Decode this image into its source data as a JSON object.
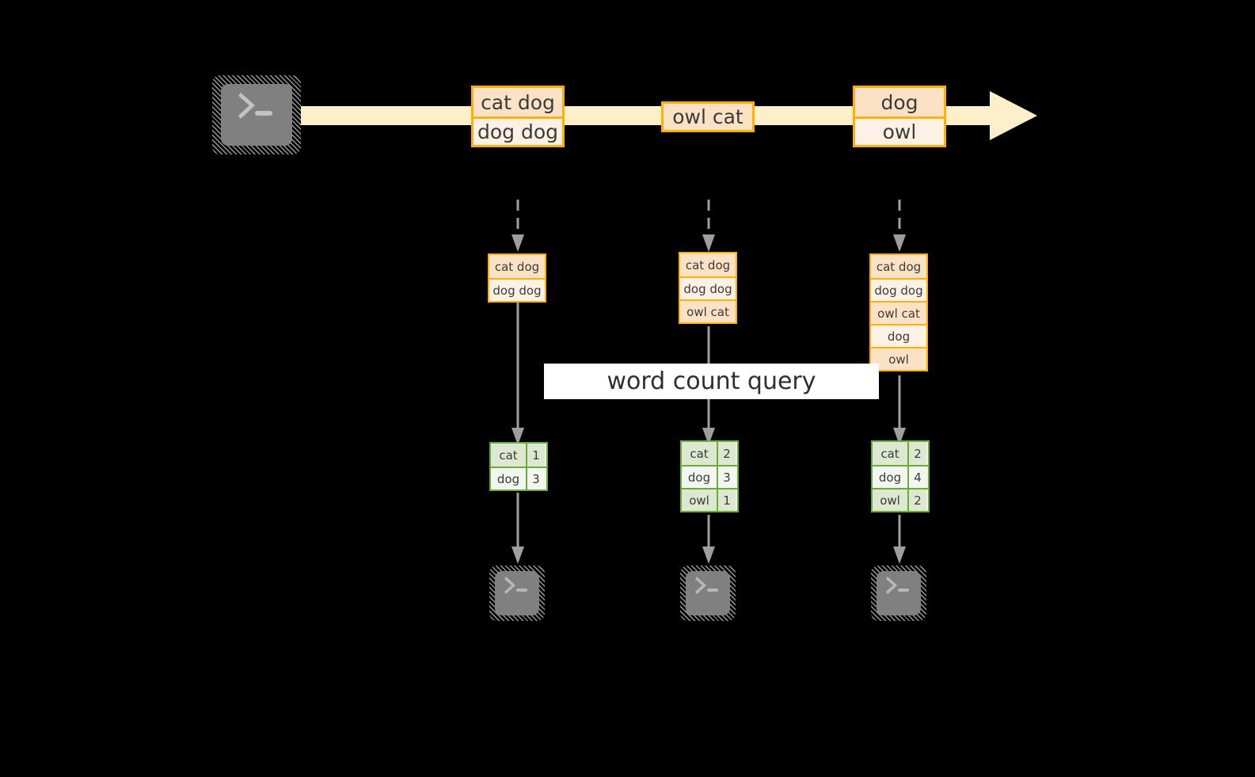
{
  "diagram": {
    "banner_label": "word count query",
    "colors": {
      "background": "#000000",
      "event_border": "#FFB000",
      "event_fill_dark": "#FCE2C4",
      "event_fill_light": "#FDF1E5",
      "stream_arrow": "#FDEFC9",
      "result_border": "#6AAB3C",
      "result_fill_dark": "#DDE8D1",
      "result_fill_light": "#F2F6EE",
      "connector": "#9E9E9E",
      "terminal_fill": "#808080",
      "banner_fill": "#FFFFFF",
      "text": "#3B3B3B"
    }
  },
  "source": {
    "icon": "terminal-icon",
    "prompt_glyph": ">_"
  },
  "stream": {
    "arrow_icon": "right-arrow-icon",
    "event_groups": [
      {
        "id": "group-1",
        "events": [
          "cat dog",
          "dog dog"
        ]
      },
      {
        "id": "group-2",
        "events": [
          "owl cat"
        ]
      },
      {
        "id": "group-3",
        "events": [
          "dog",
          "owl"
        ]
      }
    ]
  },
  "snapshots": [
    {
      "id": "snapshot-1",
      "events": [
        "cat dog",
        "dog dog"
      ]
    },
    {
      "id": "snapshot-2",
      "events": [
        "cat dog",
        "dog dog",
        "owl cat"
      ]
    },
    {
      "id": "snapshot-3",
      "events": [
        "cat dog",
        "dog dog",
        "owl cat",
        "dog",
        "owl"
      ]
    }
  ],
  "results": [
    {
      "id": "result-1",
      "rows": [
        {
          "word": "cat",
          "count": "1"
        },
        {
          "word": "dog",
          "count": "3"
        }
      ]
    },
    {
      "id": "result-2",
      "rows": [
        {
          "word": "cat",
          "count": "2"
        },
        {
          "word": "dog",
          "count": "3"
        },
        {
          "word": "owl",
          "count": "1"
        }
      ]
    },
    {
      "id": "result-3",
      "rows": [
        {
          "word": "cat",
          "count": "2"
        },
        {
          "word": "dog",
          "count": "4"
        },
        {
          "word": "owl",
          "count": "2"
        }
      ]
    }
  ],
  "sinks": [
    {
      "id": "sink-1",
      "icon": "terminal-icon",
      "prompt_glyph": ">_"
    },
    {
      "id": "sink-2",
      "icon": "terminal-icon",
      "prompt_glyph": ">_"
    },
    {
      "id": "sink-3",
      "icon": "terminal-icon",
      "prompt_glyph": ">_"
    }
  ]
}
